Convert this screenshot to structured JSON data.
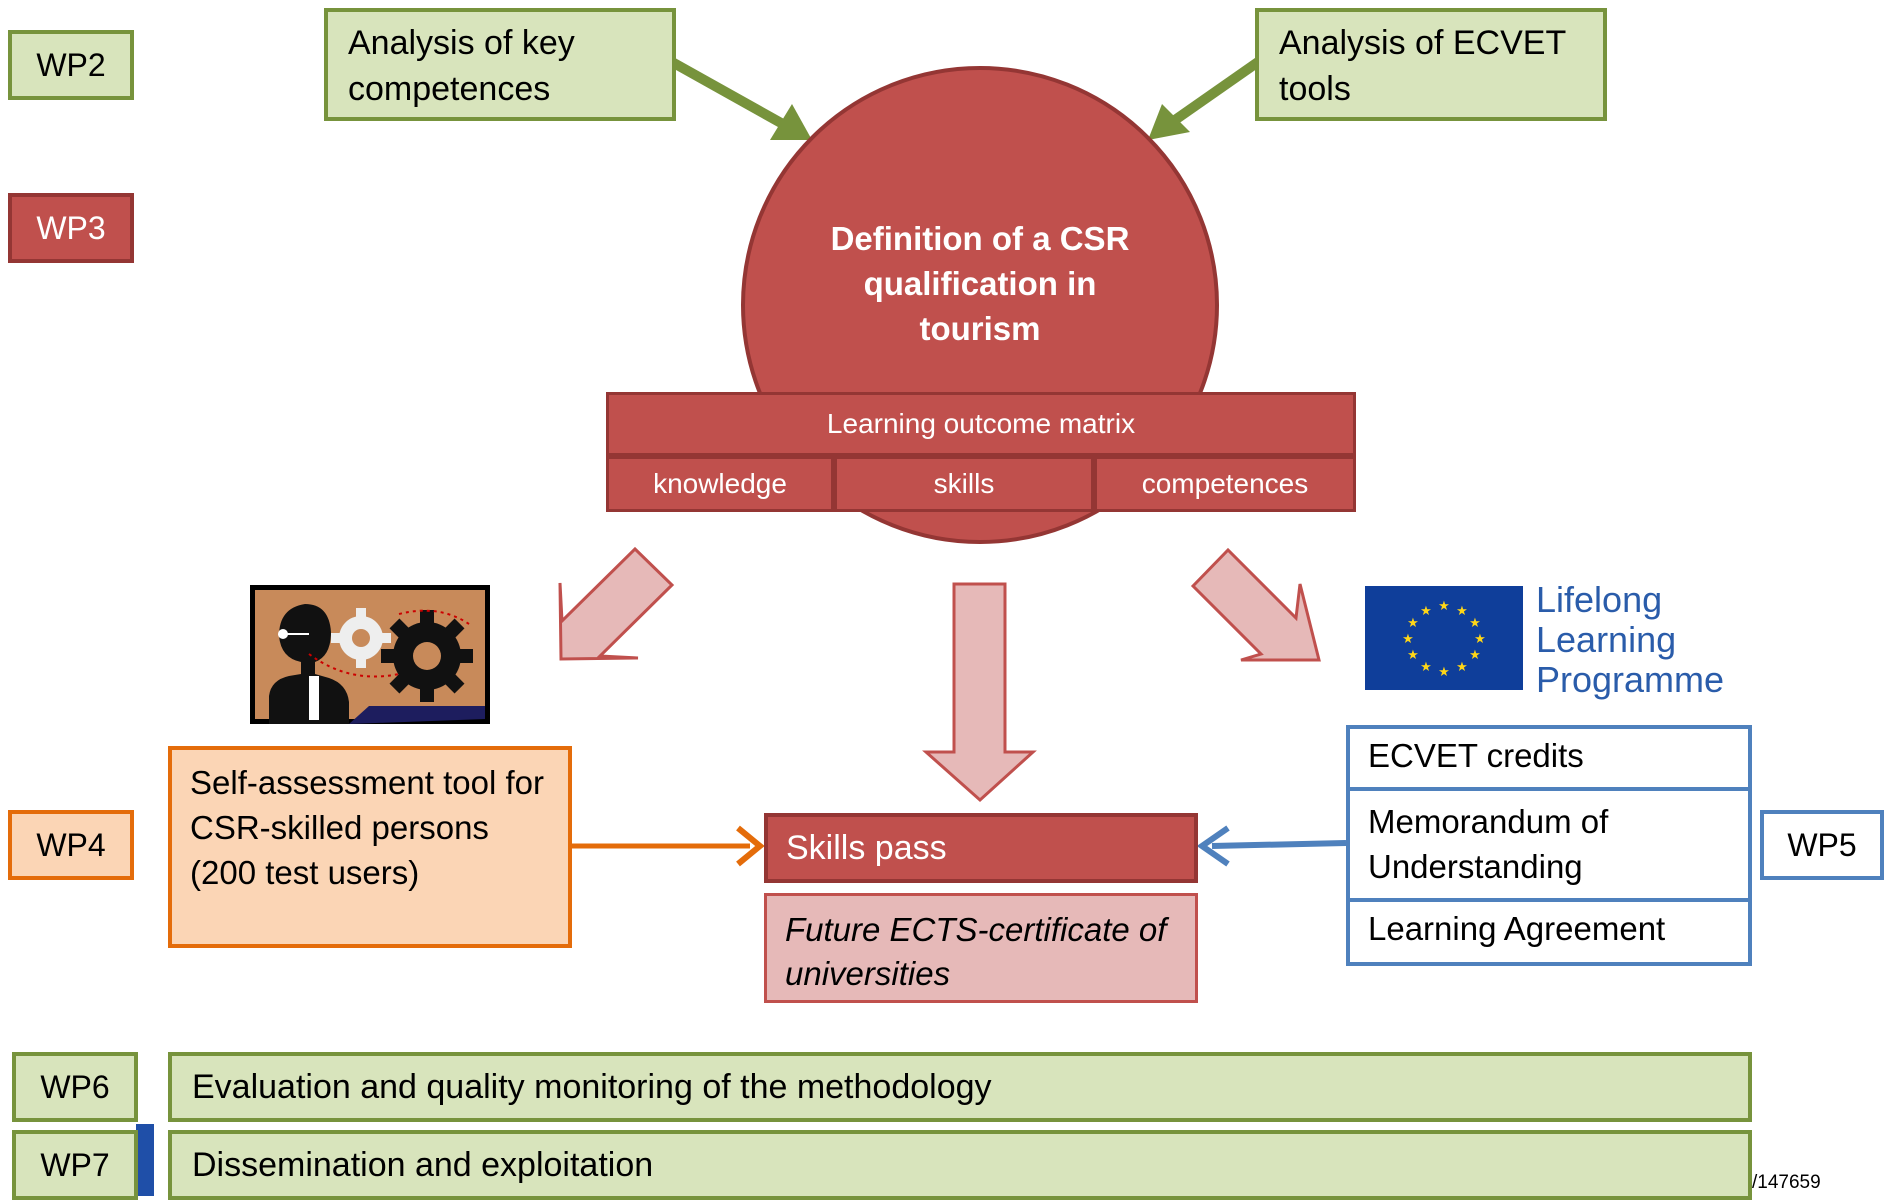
{
  "wp_labels": {
    "wp2": "WP2",
    "wp3": "WP3",
    "wp4": "WP4",
    "wp5": "WP5",
    "wp6": "WP6",
    "wp7": "WP7"
  },
  "analysis_key": "Analysis of key competences",
  "analysis_ecvet": "Analysis of ECVET tools",
  "circle_title": "Definition of a CSR qualification in tourism",
  "matrix": {
    "title": "Learning outcome matrix",
    "cells": [
      "knowledge",
      "skills",
      "competences"
    ]
  },
  "self_assessment": "Self-assessment tool for CSR-skilled persons (200 test users)",
  "skills_pass": "Skills pass",
  "future_cert": "Future ECTS-certificate of universities",
  "llp": {
    "line1": "Lifelong",
    "line2": "Learning",
    "line3": "Programme"
  },
  "wp5_items": [
    "ECVET credits",
    "Memorandum of Understanding",
    "Learning Agreement"
  ],
  "wp6_text": "Evaluation and quality monitoring of the methodology",
  "wp7_text": "Dissemination and exploitation",
  "hidden_number": "/147659",
  "colors": {
    "green_fill": "#d8e4bc",
    "green_border": "#77933c",
    "red_fill": "#c0504d",
    "red_border": "#943634",
    "pink_fill": "#e6b9b8",
    "orange_fill": "#fbd5b5",
    "orange_border": "#e46c0a",
    "blue_border": "#4f81bd",
    "eu_blue": "#0f3e9a",
    "eu_star": "#ffd617"
  },
  "icons": [
    "eu-flag-icon",
    "person-gears-icon"
  ]
}
